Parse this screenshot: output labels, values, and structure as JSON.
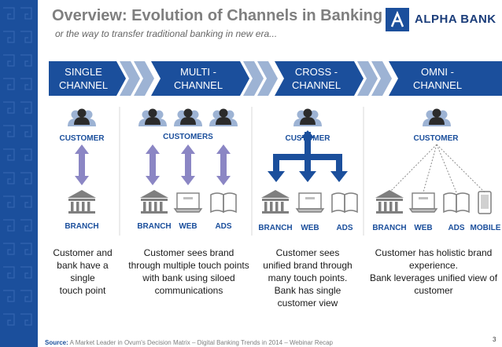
{
  "header": {
    "title": "Overview: Evolution of Channels in Banking",
    "subtitle": "or the way to transfer traditional banking in new era...",
    "logo_text": "ALPHA BANK"
  },
  "stages": [
    {
      "line1": "SINGLE",
      "line2": "CHANNEL",
      "customer_label": "CUSTOMER",
      "channels": [
        "BRANCH"
      ],
      "description": [
        "Customer and",
        "bank have a single",
        "touch point"
      ]
    },
    {
      "line1": "MULTI -",
      "line2": "CHANNEL",
      "customer_label": "CUSTOMERS",
      "channels": [
        "BRANCH",
        "WEB",
        "ADS"
      ],
      "description": [
        "Customer sees brand",
        "through multiple touch points",
        "with bank using siloed",
        "communications"
      ]
    },
    {
      "line1": "CROSS -",
      "line2": "CHANNEL",
      "customer_label": "CUSTOMER",
      "channels": [
        "BRANCH",
        "WEB",
        "ADS"
      ],
      "description": [
        "Customer sees",
        "unified brand through",
        "many touch points.",
        "Bank has single",
        "customer view"
      ]
    },
    {
      "line1": "OMNI -",
      "line2": "CHANNEL",
      "customer_label": "CUSTOMER",
      "channels": [
        "BRANCH",
        "WEB",
        "ADS",
        "MOBILE"
      ],
      "description": [
        "Customer has holistic brand",
        "experience.",
        "Bank leverages unified view of",
        "customer"
      ]
    }
  ],
  "footer": {
    "source_label": "Source:",
    "source_text": "A Market Leader in Ovum's Decision Matrix – Digital Banking Trends in 2014 – Webinar Recap",
    "page_number": "3"
  },
  "colors": {
    "primary": "#1b4f9c",
    "arrow": "#8b86c4",
    "icon_grey": "#7f7f7f",
    "person_dark": "#2b2b2b"
  }
}
